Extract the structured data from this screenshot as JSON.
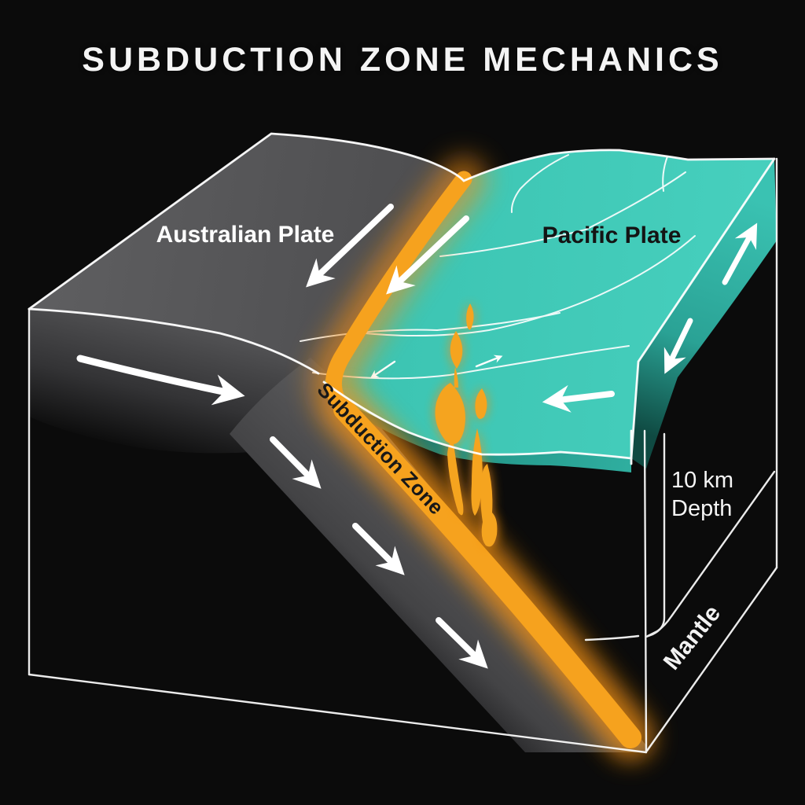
{
  "title": "SUBDUCTION ZONE MECHANICS",
  "labels": {
    "australian_plate": "Australian Plate",
    "pacific_plate": "Pacific Plate",
    "subduction_zone": "Subduction Zone",
    "depth": {
      "line1": "10 km",
      "line2": "Depth"
    },
    "mantle": "Mantle"
  },
  "colors": {
    "background": "#0b0b0b",
    "australian_plate_gray": "#555557",
    "pacific_plate_teal": "#3fc9b7",
    "subduction_orange": "#f6a21e",
    "outline_white": "#ffffff",
    "dark_label_text": "#141414",
    "light_label_text": "#f5f5f5"
  }
}
